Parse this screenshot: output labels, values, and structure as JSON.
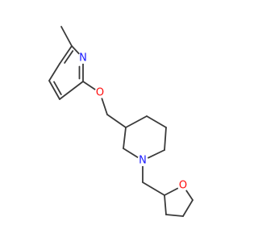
{
  "molecule": {
    "atoms": [
      {
        "id": "ch3",
        "element": "C",
        "label": ""
      },
      {
        "id": "py_c2",
        "element": "C",
        "label": ""
      },
      {
        "id": "py_c3",
        "element": "C",
        "label": ""
      },
      {
        "id": "py_c4",
        "element": "C",
        "label": ""
      },
      {
        "id": "py_c5",
        "element": "C",
        "label": ""
      },
      {
        "id": "py_c6",
        "element": "C",
        "label": ""
      },
      {
        "id": "py_n1",
        "element": "N",
        "label": "N"
      },
      {
        "id": "o_ether",
        "element": "O",
        "label": "O"
      },
      {
        "id": "ch2_link",
        "element": "C",
        "label": ""
      },
      {
        "id": "pip_c3",
        "element": "C",
        "label": ""
      },
      {
        "id": "pip_c2",
        "element": "C",
        "label": ""
      },
      {
        "id": "pip_n1",
        "element": "N",
        "label": "N"
      },
      {
        "id": "pip_c6",
        "element": "C",
        "label": ""
      },
      {
        "id": "pip_c5",
        "element": "C",
        "label": ""
      },
      {
        "id": "pip_c4",
        "element": "C",
        "label": ""
      },
      {
        "id": "ch2_n",
        "element": "C",
        "label": ""
      },
      {
        "id": "thf_c2",
        "element": "C",
        "label": ""
      },
      {
        "id": "thf_o",
        "element": "O",
        "label": "O"
      },
      {
        "id": "thf_c5",
        "element": "C",
        "label": ""
      },
      {
        "id": "thf_c4",
        "element": "C",
        "label": ""
      },
      {
        "id": "thf_c3",
        "element": "C",
        "label": ""
      }
    ],
    "bonds": [
      {
        "a": "ch3",
        "b": "py_c2",
        "order": 1
      },
      {
        "a": "py_c2",
        "b": "py_c3",
        "order": 2
      },
      {
        "a": "py_c3",
        "b": "py_c4",
        "order": 1
      },
      {
        "a": "py_c4",
        "b": "py_c5",
        "order": 2
      },
      {
        "a": "py_c5",
        "b": "py_c6",
        "order": 1
      },
      {
        "a": "py_c6",
        "b": "py_n1",
        "order": 2
      },
      {
        "a": "py_n1",
        "b": "py_c2",
        "order": 1
      },
      {
        "a": "py_c6",
        "b": "o_ether",
        "order": 1
      },
      {
        "a": "o_ether",
        "b": "ch2_link",
        "order": 1
      },
      {
        "a": "ch2_link",
        "b": "pip_c3",
        "order": 1
      },
      {
        "a": "pip_c3",
        "b": "pip_c2",
        "order": 1
      },
      {
        "a": "pip_c2",
        "b": "pip_n1",
        "order": 1
      },
      {
        "a": "pip_n1",
        "b": "pip_c6",
        "order": 1
      },
      {
        "a": "pip_c6",
        "b": "pip_c5",
        "order": 1
      },
      {
        "a": "pip_c5",
        "b": "pip_c4",
        "order": 1
      },
      {
        "a": "pip_c4",
        "b": "pip_c3",
        "order": 1
      },
      {
        "a": "pip_n1",
        "b": "ch2_n",
        "order": 1
      },
      {
        "a": "ch2_n",
        "b": "thf_c2",
        "order": 1
      },
      {
        "a": "thf_c2",
        "b": "thf_o",
        "order": 1
      },
      {
        "a": "thf_o",
        "b": "thf_c5",
        "order": 1
      },
      {
        "a": "thf_c5",
        "b": "thf_c4",
        "order": 1
      },
      {
        "a": "thf_c4",
        "b": "thf_c3",
        "order": 1
      },
      {
        "a": "thf_c3",
        "b": "thf_c2",
        "order": 1
      }
    ]
  },
  "colors": {
    "bond": "#3a3a3a",
    "nitrogen": "#1a1aff",
    "oxygen": "#ff0d0d",
    "carbon": "#3a3a3a",
    "background": "#ffffff"
  }
}
